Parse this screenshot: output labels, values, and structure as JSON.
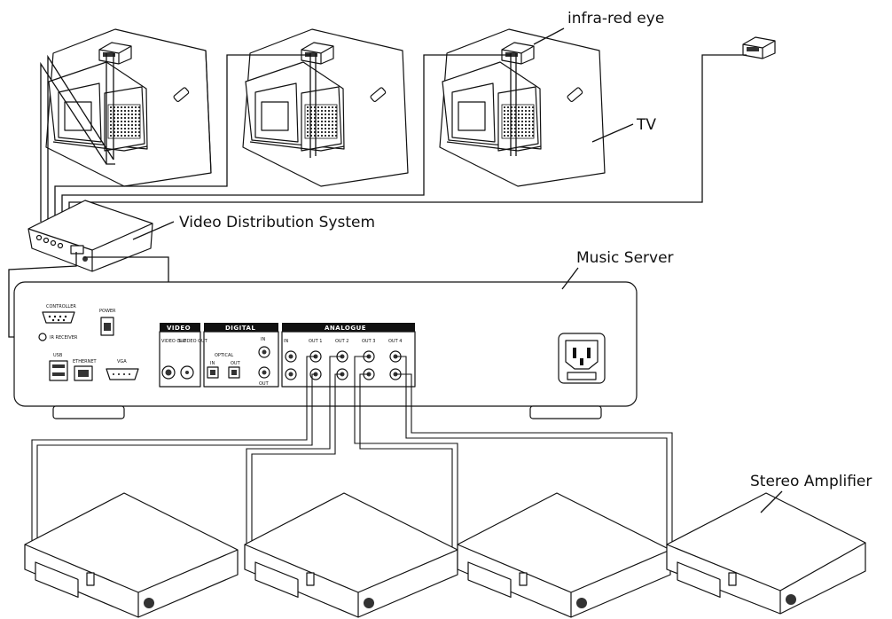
{
  "labels": {
    "ir_eye": "infra-red eye",
    "tv": "TV",
    "vds": "Video Distribution System",
    "music_server": "Music Server",
    "amplifier": "Stereo Amplifier"
  },
  "panel": {
    "controller": "CONTROLLER",
    "power": "POWER",
    "ir_receiver": "IR RECEIVER",
    "usb": "USB",
    "ethernet": "ETHERNET",
    "vga": "VGA",
    "video_section": "VIDEO",
    "video_out": "VIDEO OUT",
    "s_video_out": "S-VIDEO OUT",
    "digital_section": "DIGITAL",
    "optical": "OPTICAL",
    "optical_in": "IN",
    "optical_out": "OUT",
    "digital_in": "IN",
    "digital_out": "OUT",
    "analogue_section": "ANALOGUE",
    "analogue_in": "IN",
    "out1": "OUT 1",
    "out2": "OUT 2",
    "out3": "OUT 3",
    "out4": "OUT 4"
  },
  "colors": {
    "line": "#111111",
    "face": "#ffffff",
    "shade": "#d9d9d9",
    "dark": "#3a3a3a"
  }
}
